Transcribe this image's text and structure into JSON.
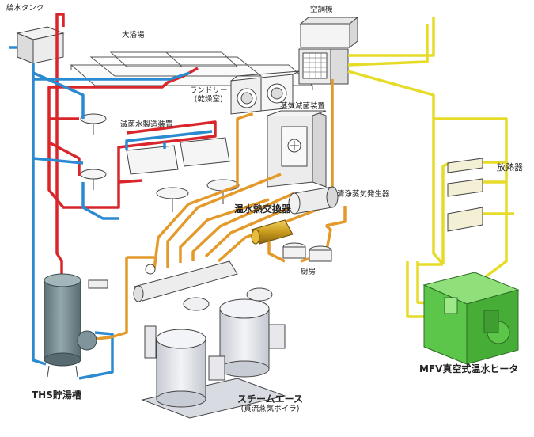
{
  "labels": {
    "supply_tank": "給水タンク",
    "bath": "大浴場",
    "aircon": "空調機",
    "laundry": "ランドリー",
    "laundry_sub": "(乾燥室)",
    "sterilizer": "蒸気滅菌装置",
    "sterile_water": "滅菌水製造装置",
    "radiator": "放熱器",
    "heat_exchanger": "温水熱交換器",
    "clean_steam": "清浄蒸気発生器",
    "kitchen": "厨房",
    "ths_tank": "THS貯湯槽",
    "steam_ace": "スチームエース",
    "steam_ace_sub": "(貫流蒸気ボイラ)",
    "mfv_heater": "MFV真空式温水ヒータ"
  },
  "colors": {
    "hot_pipe": "#d8262b",
    "cold_pipe": "#2b8ad0",
    "steam_pipe": "#e39a2a",
    "warm_pipe": "#e6dc28",
    "heater_body": "#5cc64a",
    "tank_body": "#7f959b",
    "boiler_body": "#e1e4ea",
    "outline": "#4a4a4a"
  }
}
